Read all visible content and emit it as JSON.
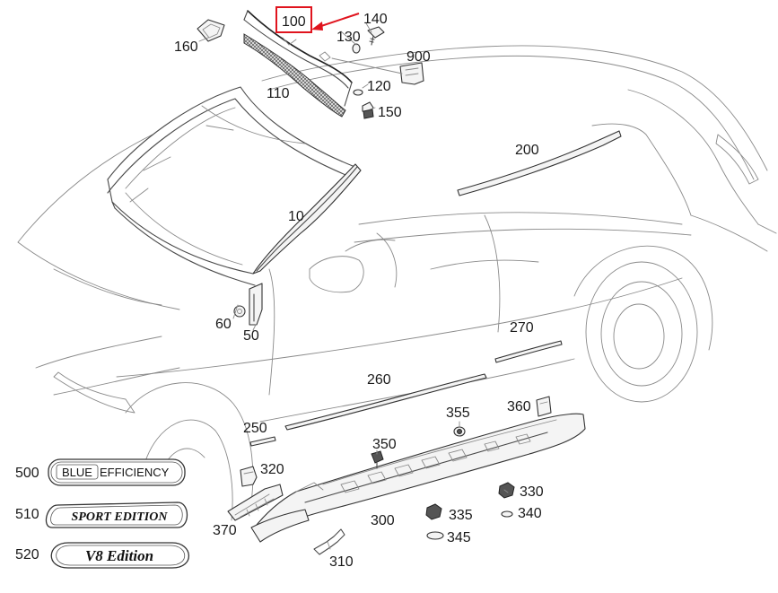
{
  "diagram": {
    "highlight_color": "#e0141e",
    "highlighted_part": "100",
    "part_labels": {
      "p10": "10",
      "p50": "50",
      "p60": "60",
      "p100": "100",
      "p110": "110",
      "p120": "120",
      "p130": "130",
      "p140": "140",
      "p150": "150",
      "p160": "160",
      "p200": "200",
      "p250": "250",
      "p260": "260",
      "p270": "270",
      "p300": "300",
      "p310": "310",
      "p320": "320",
      "p330": "330",
      "p335": "335",
      "p340": "340",
      "p345": "345",
      "p350": "350",
      "p355": "355",
      "p360": "360",
      "p370": "370",
      "p900": "900",
      "p500": "500",
      "p510": "510",
      "p520": "520"
    },
    "badges": {
      "b500_left": "BLUE",
      "b500_right": "EFFICIENCY",
      "b510": "SPORT EDITION",
      "b520": "V8 Edition"
    }
  }
}
